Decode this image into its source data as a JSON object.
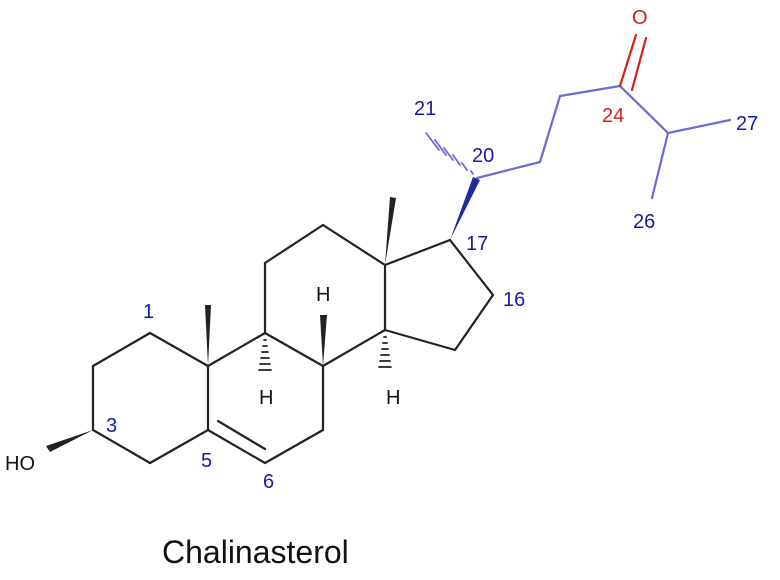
{
  "title": "Chalinasterol",
  "atom_labels": {
    "ho": "HO",
    "h_c8": "H",
    "h_c9": "H",
    "h_c14": "H",
    "oxygen": "O"
  },
  "carbon_numbers": {
    "c1": "1",
    "c3": "3",
    "c5": "5",
    "c6": "6",
    "c16": "16",
    "c17": "17",
    "c20": "20",
    "c21": "21",
    "c24": "24",
    "c26": "26",
    "c27": "27"
  },
  "colors": {
    "skeleton": "#222222",
    "side_chain": "#6a6ad8",
    "stereo_bond": "#1f2a9e",
    "numbering": "#1a1aa8",
    "oxygen": "#d42020",
    "ketone_number": "#d42020",
    "text": "#111111"
  }
}
